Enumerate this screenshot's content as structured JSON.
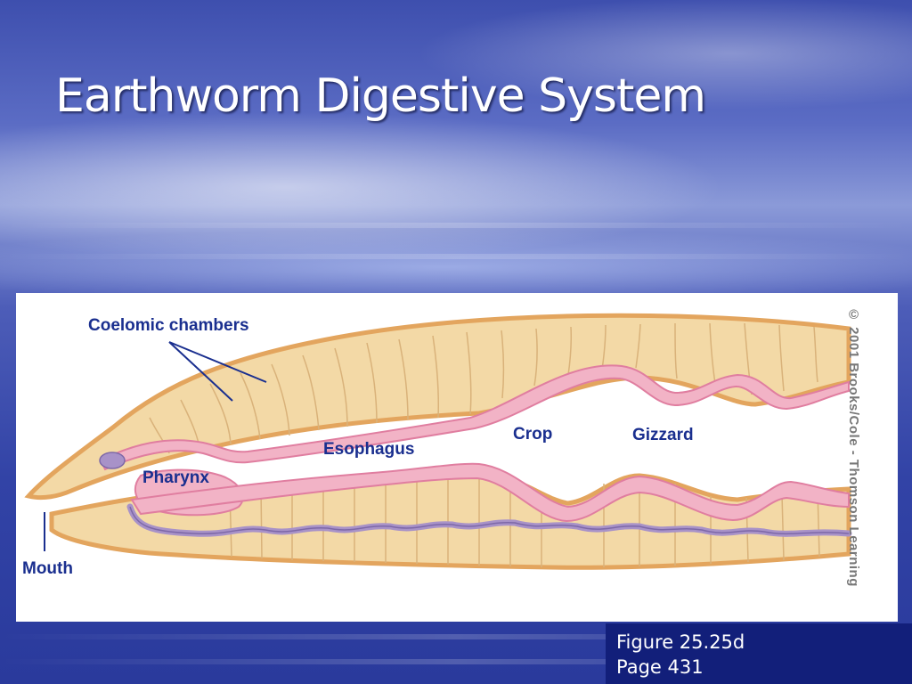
{
  "slide": {
    "title": "Earthworm Digestive System"
  },
  "diagram": {
    "labels": {
      "coelomic_chambers": "Coelomic chambers",
      "esophagus": "Esophagus",
      "crop": "Crop",
      "gizzard": "Gizzard",
      "pharynx": "Pharynx",
      "mouth": "Mouth"
    },
    "copyright": "© 2001 Brooks/Cole - Thomson Learning",
    "colors": {
      "body_wall": "#f3d9a6",
      "body_edge": "#e3a55e",
      "gut": "#f2b3c6",
      "gut_edge": "#e07ea0",
      "nerve_cord": "#a892c8",
      "label_text": "#1a2f8f",
      "leader_line": "#1a2f8f"
    }
  },
  "caption": {
    "figure": "Figure 25.25d",
    "page": "Page 431"
  }
}
